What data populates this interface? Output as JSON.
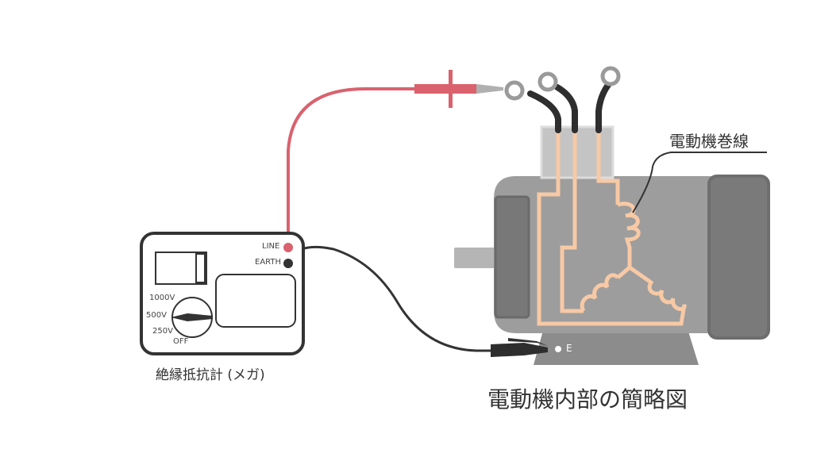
{
  "tester": {
    "caption": "絶縁抵抗計 (メガ)",
    "line_label": "LINE",
    "earth_label": "EARTH",
    "range_1000": "1000V",
    "range_500": "500V",
    "range_250": "250V",
    "range_off": "OFF"
  },
  "motor": {
    "winding_label": "電動機巻線",
    "earth_terminal": "E"
  },
  "title": "電動機内部の簡略図",
  "colors": {
    "line_lead": "#d9626e",
    "earth_lead": "#333333",
    "winding": "#f7c9a5",
    "motor_body": "#9d9d9d",
    "motor_dark": "#7a7a7a"
  }
}
